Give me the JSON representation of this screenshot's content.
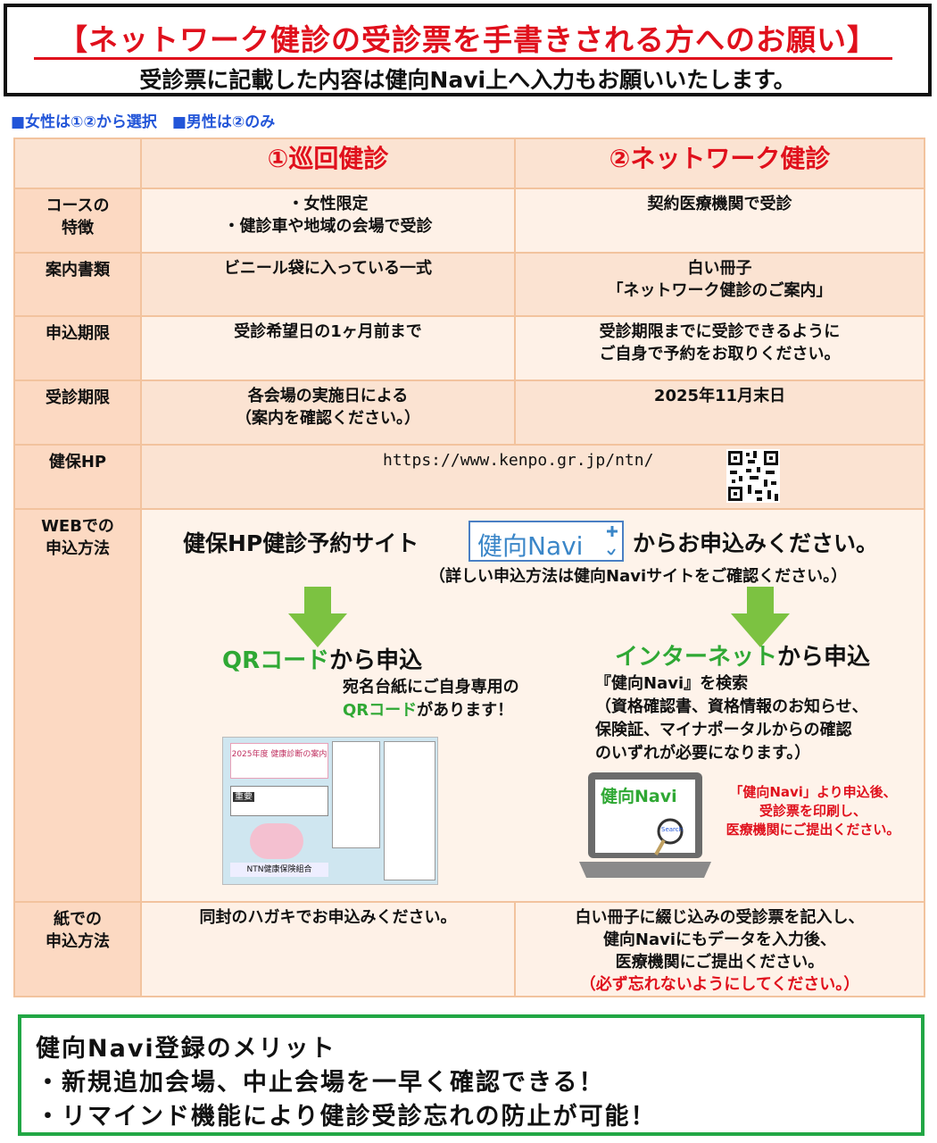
{
  "header": {
    "title": "【ネットワーク健診の受診票を手書きされる方へのお願い】",
    "subtitle": "受診票に記載した内容は健向Navi上へ入力もお願いいたします。"
  },
  "legend": "■女性は①②から選択　■男性は②のみ",
  "table": {
    "col1_header": "①巡回健診",
    "col2_header": "②ネットワーク健診",
    "rows": {
      "course": {
        "label_1": "コースの",
        "label_2": "特徴",
        "c1_line1": "・女性限定",
        "c1_line2": "・健診車や地域の会場で受診",
        "c2": "契約医療機関で受診"
      },
      "docs": {
        "label": "案内書類",
        "c1": "ビニール袋に入っている一式",
        "c2_line1": "白い冊子",
        "c2_line2": "「ネットワーク健診のご案内」"
      },
      "apply_deadline": {
        "label": "申込期限",
        "c1": "受診希望日の1ヶ月前まで",
        "c2_line1": "受診期限までに受診できるように",
        "c2_line2": "ご自身で予約をお取りください。"
      },
      "exam_deadline": {
        "label": "受診期限",
        "c1_line1": "各会場の実施日による",
        "c1_line2": "（案内を確認ください。）",
        "c2": "2025年11月末日"
      },
      "hp": {
        "label": "健保HP",
        "url": "https://www.kenpo.gr.jp/ntn/",
        "qr_icon": "qr-code-icon"
      },
      "web": {
        "label_1": "WEBでの",
        "label_2": "申込方法",
        "line_pre": "健保HP健診予約サイト",
        "logo_text": "健向Navi",
        "line_post": "からお申込みください。",
        "detail": "（詳しい申込方法は健向Naviサイトをご確認ください。）",
        "qr_head_green": "QRコード",
        "qr_head_rest": "から申込",
        "qr_desc_1": "宛名台紙にご自身専用の",
        "qr_desc_2_green": "QRコード",
        "qr_desc_2_rest": "があります！",
        "net_head_green": "インターネット",
        "net_head_rest": "から申込",
        "net_desc_1": "『健向Navi』を検索",
        "net_desc_2": "（資格確認書、資格情報のお知らせ、",
        "net_desc_3": "保険証、マイナポータルからの確認",
        "net_desc_4": "のいずれが必要になります。）",
        "laptop_text": "健向Navi",
        "laptop_search": "Search",
        "red_note_1": "「健向Navi」より申込後、",
        "red_note_2": "受診票を印刷し、",
        "red_note_3": "医療機関にご提出ください。",
        "brochure_1": "2025年度 健康診断の案内",
        "brochure_2": "重要",
        "brochure_3": "NTN健康保険組合"
      },
      "paper": {
        "label_1": "紙での",
        "label_2": "申込方法",
        "c1": "同封のハガキでお申込みください。",
        "c2_line1": "白い冊子に綴じ込みの受診票を記入し、",
        "c2_line2": "健向Naviにもデータを入力後、",
        "c2_line3": "医療機関にご提出ください。",
        "c2_red": "（必ず忘れないようにしてください。）"
      }
    }
  },
  "merit": {
    "title": "健向Navi登録のメリット",
    "item1": "・新規追加会場、中止会場を一早く確認できる！",
    "item2": "・リマインド機能により健診受診忘れの防止が可能！"
  },
  "colors": {
    "red": "#e0101c",
    "green": "#2fa834",
    "blue": "#2255d8",
    "peach": "#fbe3d2",
    "border": "#f2c39e"
  }
}
